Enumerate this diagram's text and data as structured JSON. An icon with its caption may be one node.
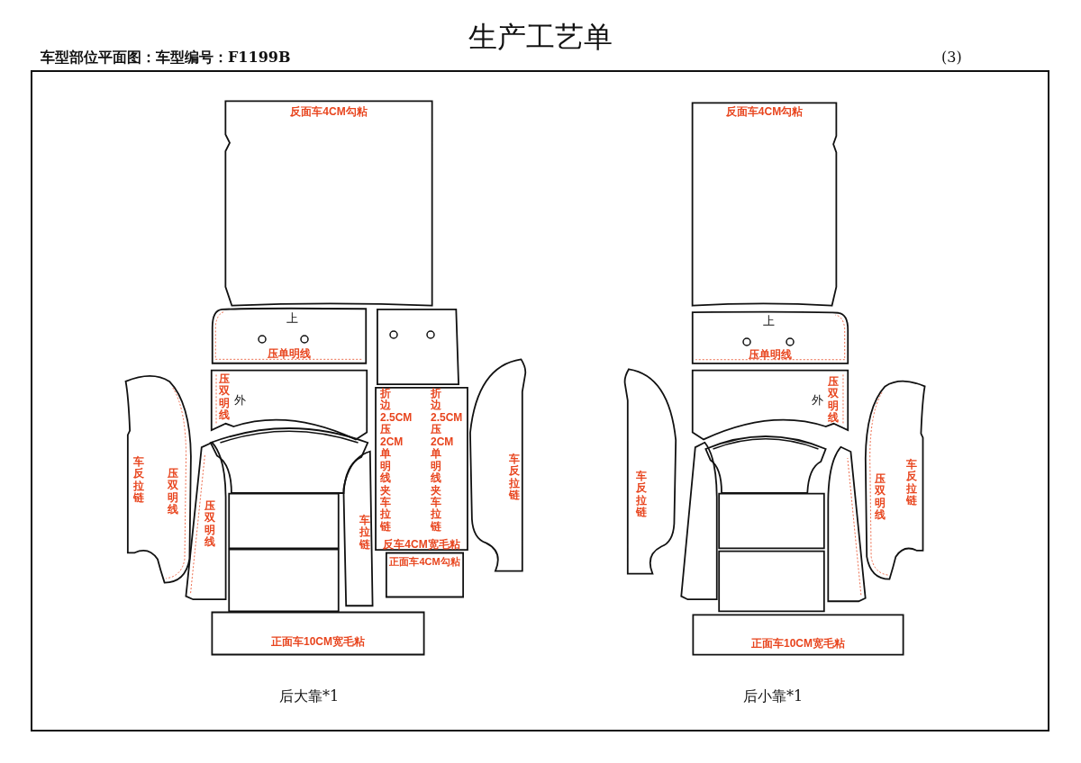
{
  "diagram": {
    "title": "生产工艺单",
    "nodes": [
      {
        "text": [
          "反面车4CM勾粘"
        ]
      },
      {
        "text": [
          "上",
          "压单明线"
        ]
      },
      {
        "text": [],
        "shape": "box"
      },
      {
        "text": [
          "压双明线",
          "外"
        ]
      },
      {
        "text": [
          "折边2.5CM压2CM单明线夹车拉链",
          "折边2.5CM压2CM单明线夹车拉链",
          "反车4CM宽毛粘"
        ]
      },
      {
        "text": [
          "正面车4CM勾粘"
        ]
      },
      {
        "text": [
          "车反拉链",
          "压双明线"
        ]
      },
      {
        "text": [
          "压双明线"
        ]
      },
      {
        "text": [],
        "shape": "box"
      },
      {
        "text": [],
        "shape": "box"
      },
      {
        "text": [],
        "shape": "box"
      },
      {
        "text": [
          "车拉链"
        ]
      },
      {
        "text": [
          "车反拉链"
        ]
      },
      {
        "text": [
          "正面车10CM宽毛粘"
        ]
      },
      {
        "text": [
          "反面车4CM勾粘"
        ]
      },
      {
        "text": [
          "上",
          "压单明线"
        ]
      },
      {
        "text": [
          "外",
          "压双明线"
        ]
      },
      {
        "text": [
          "车反拉链"
        ]
      },
      {
        "text": [],
        "shape": "box"
      },
      {
        "text": [],
        "shape": "box"
      },
      {
        "text": [],
        "shape": "box"
      },
      {
        "text": [],
        "shape": "box"
      },
      {
        "text": [],
        "shape": "box"
      },
      {
        "text": [
          "压双明线",
          "车反拉链"
        ]
      },
      {
        "text": [
          "正面车10CM宽毛粘"
        ]
      }
    ],
    "labels": [
      "车型部位平面图：车型编号：F1199B",
      "(3)",
      "后大靠*1",
      "后小靠*1"
    ]
  }
}
